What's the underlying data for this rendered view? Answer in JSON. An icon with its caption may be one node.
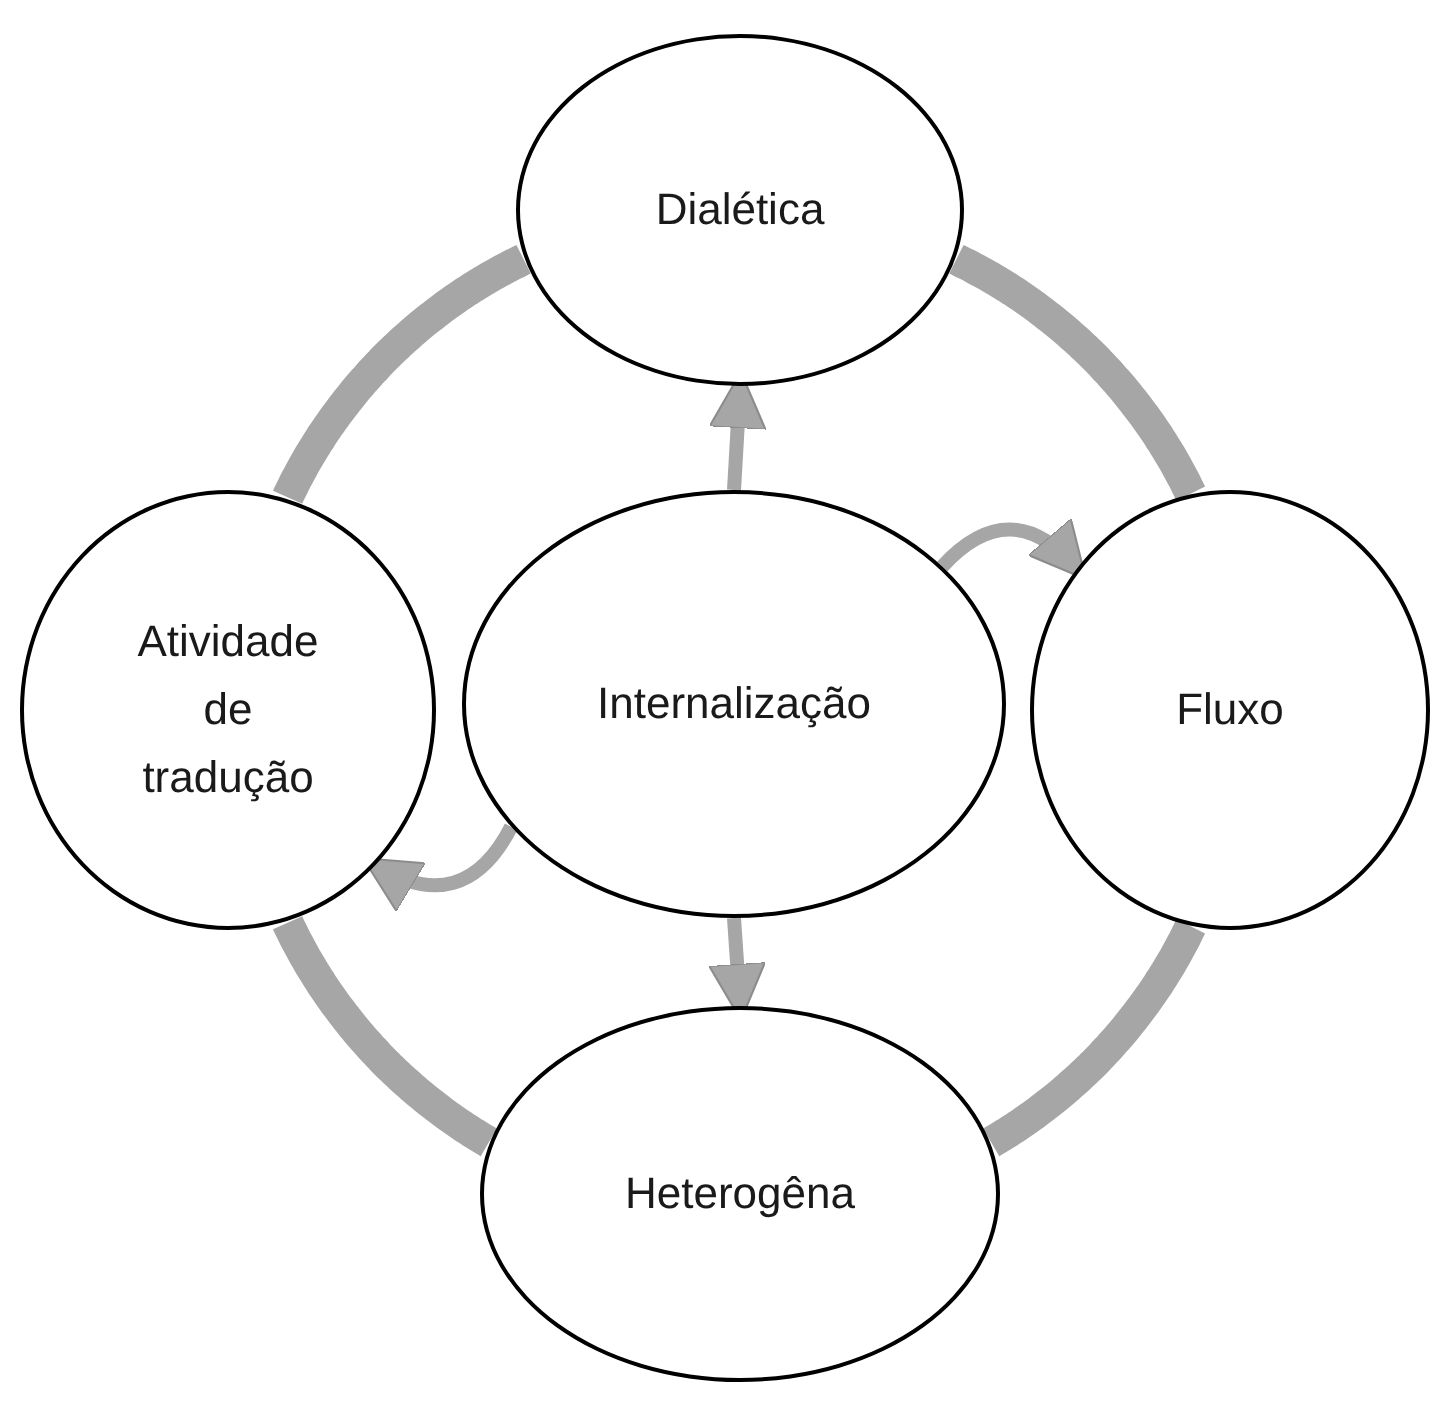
{
  "diagram": {
    "nodes": [
      {
        "text": [
          "Dialética"
        ]
      },
      {
        "text": [
          "Atividade de tradução"
        ]
      },
      {
        "text": [
          "Internalização"
        ]
      },
      {
        "text": [
          "Fluxo"
        ]
      },
      {
        "text": [
          "Heterogêna"
        ]
      }
    ],
    "edges": [
      {
        "from": 2,
        "to": 0,
        "arrow": "to"
      },
      {
        "from": 2,
        "to": 3,
        "arrow": "to"
      },
      {
        "from": 2,
        "to": 4,
        "arrow": "to"
      },
      {
        "from": 2,
        "to": 1,
        "arrow": "to"
      },
      {
        "from": 0,
        "to": 3,
        "arrow": "none",
        "style": "thick"
      },
      {
        "from": 3,
        "to": 4,
        "arrow": "none",
        "style": "thick"
      },
      {
        "from": 4,
        "to": 1,
        "arrow": "none",
        "style": "thick"
      },
      {
        "from": 1,
        "to": 0,
        "arrow": "none",
        "style": "thick"
      }
    ]
  }
}
